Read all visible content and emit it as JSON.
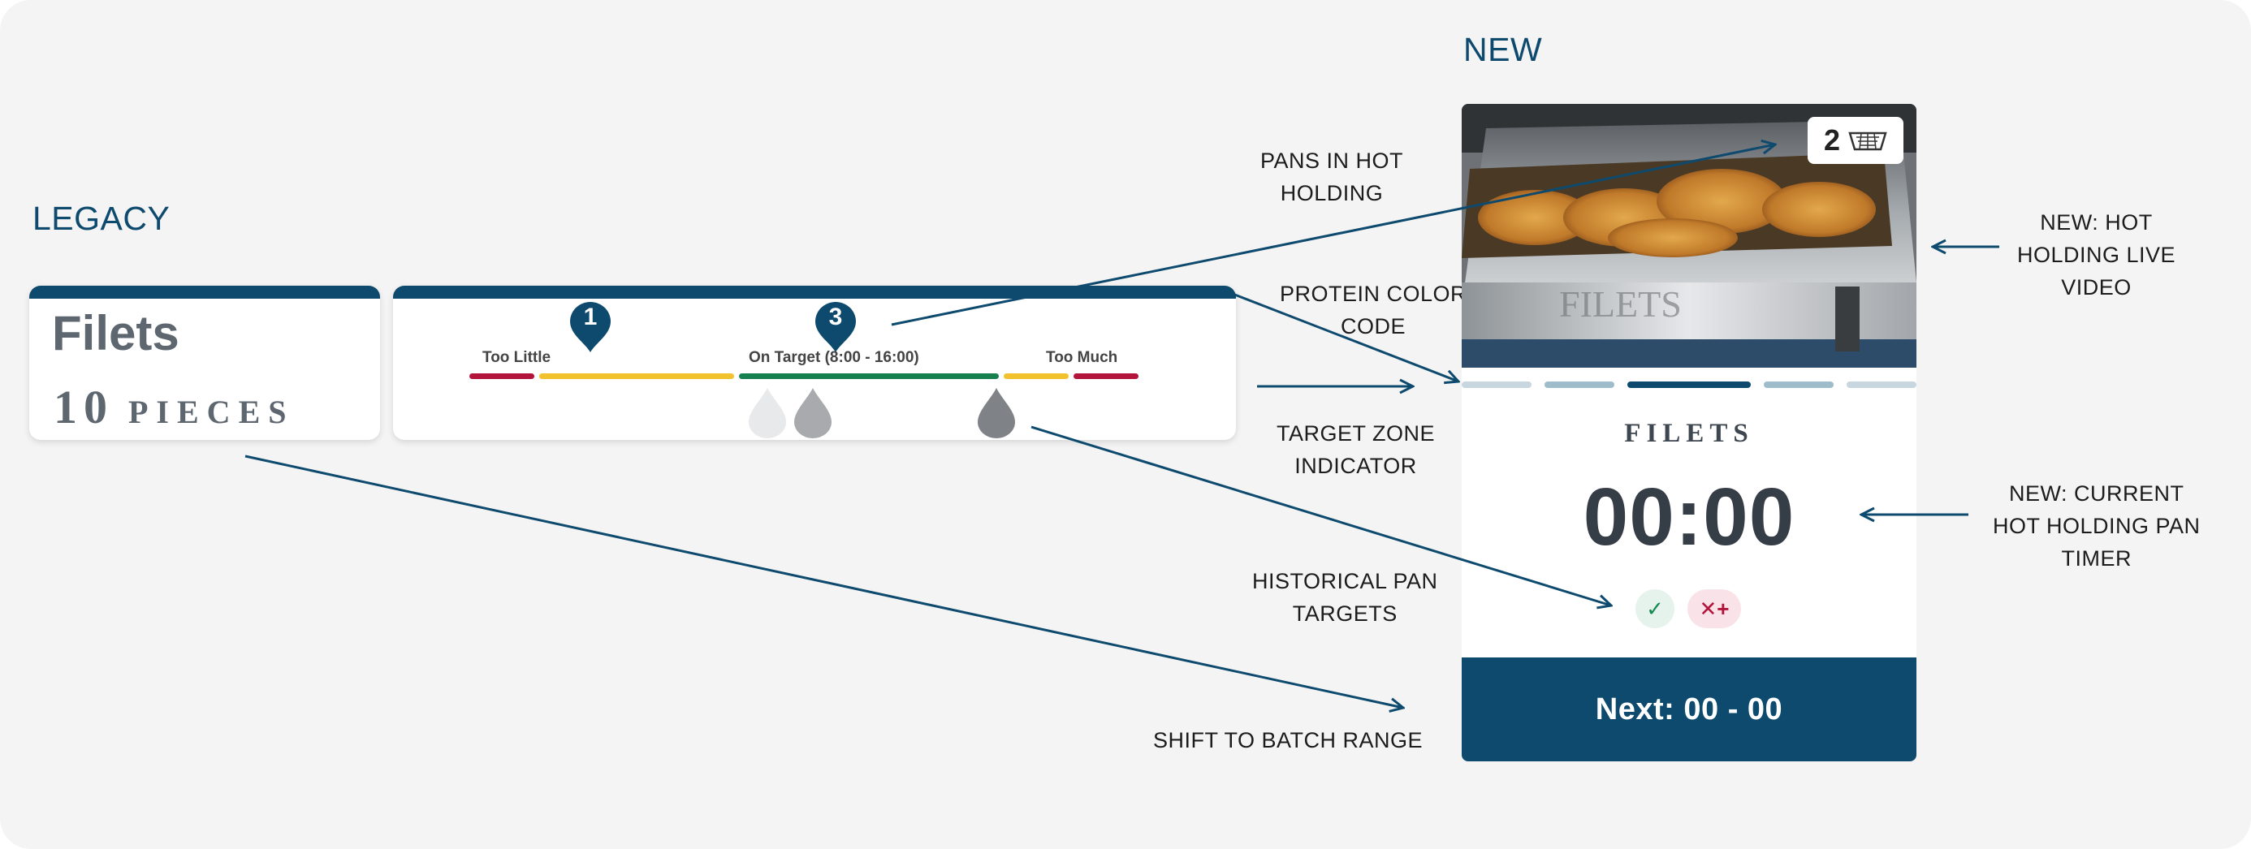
{
  "sections": {
    "legacy": "LEGACY",
    "new": "NEW"
  },
  "legacy": {
    "product_name": "Filets",
    "count_value": "10",
    "count_unit": "PIECES",
    "zones": {
      "too_little": "Too Little",
      "on_target": "On Target (8:00 - 16:00)",
      "too_much": "Too Much"
    },
    "pins": [
      "1",
      "3"
    ]
  },
  "annotations": {
    "pans_in_hot_holding": [
      "PANS IN HOT",
      "HOLDING"
    ],
    "protein_color_code": [
      "PROTEIN COLOR",
      "CODE"
    ],
    "target_zone_indicator": [
      "TARGET ZONE",
      "INDICATOR"
    ],
    "historical_pan_targets": [
      "HISTORICAL PAN",
      "TARGETS"
    ],
    "shift_to_batch_range": [
      "SHIFT TO BATCH RANGE"
    ],
    "new_live_video": [
      "NEW: HOT",
      "HOLDING LIVE",
      "VIDEO"
    ],
    "new_pan_timer": [
      "NEW: CURRENT",
      "HOT HOLDING PAN",
      "TIMER"
    ]
  },
  "new_panel": {
    "pan_count": "2",
    "pan_label": "FILETS",
    "product_name": "FILETS",
    "timer": "00:00",
    "history": {
      "ok_symbol": "✓",
      "bad_symbol": "✕+"
    },
    "next_label": "Next: 00 - 00",
    "active_segment_index": 2
  },
  "colors": {
    "navy": "#0d4a6e",
    "red": "#b3143c",
    "yellow": "#f2c12e",
    "green": "#17804f",
    "progress_light": "#c8d6df",
    "progress_mid": "#9fbccb"
  },
  "icons": [
    "basket-icon",
    "check-icon",
    "x-plus-icon",
    "drop-icon",
    "pin-icon"
  ]
}
